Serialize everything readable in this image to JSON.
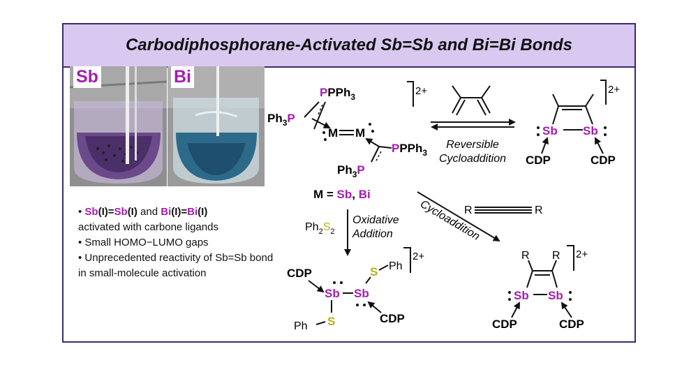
{
  "title": "Carbodiphosphorane-Activated Sb=Sb and Bi=Bi Bonds",
  "photos": [
    {
      "label": "Sb",
      "liquid_color": "#6a4a8a"
    },
    {
      "label": "Bi",
      "liquid_color": "#2d6a8a"
    }
  ],
  "bullets": {
    "b1": {
      "sb1": "Sb",
      "s1": "(I)=",
      "sb2": "Sb",
      "s2": "(I)",
      "and": " and ",
      "bi1": "Bi",
      "s3": "(I)=",
      "bi2": "Bi",
      "s4": "(I)",
      "rest": "activated with carbone ligands"
    },
    "b2": "Small HOMO−LUMO gaps",
    "b3": "Unprecedented reactivity of Sb=Sb bond in small-molecule activation"
  },
  "scheme": {
    "charge": "2+",
    "pph3": "PPh",
    "ph3p": "Ph",
    "p": "P",
    "sub3": "3",
    "m": "M",
    "m_def_label": "M = ",
    "m_def_sb": "Sb",
    "m_def_sep": ", ",
    "m_def_bi": "Bi",
    "sb": "Sb",
    "cdp": "CDP",
    "r": "R",
    "ph": "Ph",
    "s": "S",
    "reagent_ph2s2_ph": "Ph",
    "reagent_sub2": "2",
    "reagent_s": "S",
    "reversible_1": "Reversible",
    "reversible_2": "Cycloaddition",
    "oxidative_1": "Oxidative",
    "oxidative_2": "Addition",
    "cycloaddition": "Cycloaddition"
  },
  "colors": {
    "accent": "#a41db0",
    "sulfur": "#b6b01e",
    "banner": "#d9c9f0",
    "border": "#3a2a6e"
  }
}
